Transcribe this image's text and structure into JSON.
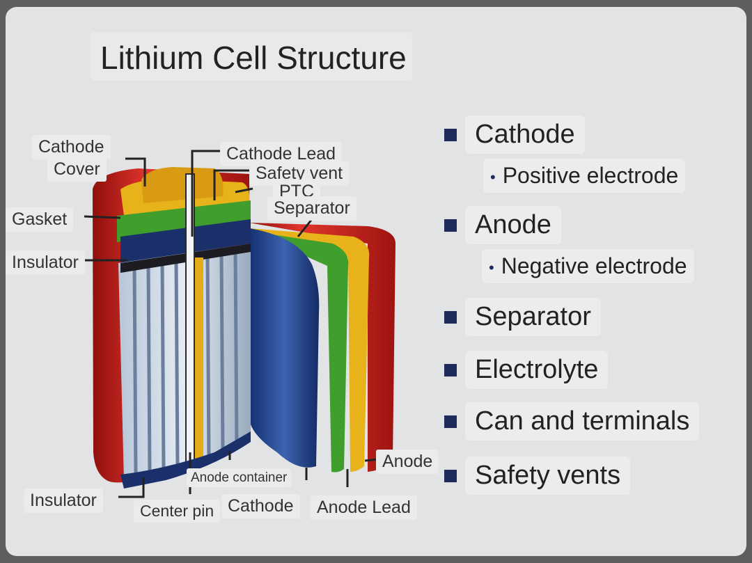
{
  "title": "Lithium Cell Structure",
  "diagram_labels": {
    "cathode_cover_line1": "Cathode",
    "cathode_cover_line2": "Cover",
    "cathode_lead": "Cathode Lead",
    "safety_vent": "Safety vent",
    "ptc": "PTC",
    "separator": "Separator",
    "gasket": "Gasket",
    "insulator_top": "Insulator",
    "insulator_bottom": "Insulator",
    "center_pin": "Center pin",
    "anode_container": "Anode container",
    "cathode": "Cathode",
    "anode_lead": "Anode Lead",
    "anode": "Anode"
  },
  "bullets": [
    {
      "label": "Cathode",
      "sub": "Positive electrode"
    },
    {
      "label": "Anode",
      "sub": "Negative electrode"
    },
    {
      "label": "Separator"
    },
    {
      "label": "Electrolyte"
    },
    {
      "label": "Can and terminals"
    },
    {
      "label": "Safety vents"
    }
  ],
  "colors": {
    "can_red": "#c9201c",
    "green_layer": "#3f9e2c",
    "yellow_layer": "#e8b21a",
    "blue_layer": "#1f3f86",
    "bullet_square": "#1d2a5a"
  }
}
